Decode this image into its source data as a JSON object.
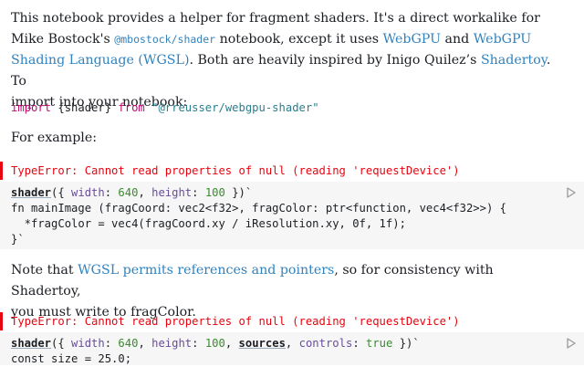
{
  "intro": {
    "l1": "This notebook provides a helper for fragment shaders. It's a direct workalike for",
    "l2_a": "Mike Bostock's ",
    "l2_code": "@mbostock/shader",
    "l2_b": " notebook, except it uses ",
    "l2_link1": "WebGPU",
    "l2_c": " and ",
    "l2_link2": "WebGPU",
    "l3_link": "Shading Language (WGSL)",
    "l3_a": ". Both are heavily inspired by Inigo Quilez’s ",
    "l3_link2": "Shadertoy",
    "l3_b": ". To",
    "l4": "import into your notebook:"
  },
  "import_cell": {
    "kw_import": "import",
    "names": " {shader} ",
    "kw_from": "from",
    "module": "\"@rreusser/webgpu-shader\""
  },
  "example_label": "For example:",
  "error1": "TypeError: Cannot read properties of null (reading 'requestDevice')",
  "cell1": {
    "fn": "shader",
    "p1": "({ ",
    "k1": "width",
    "c1": ": ",
    "v1": "640",
    "s1": ", ",
    "k2": "height",
    "c2": ": ",
    "v2": "100",
    "p2": " })`",
    "line2": "fn mainImage (fragCoord: vec2<f32>, fragColor: ptr<function, vec4<f32>>) {",
    "line3": "  *fragColor = vec4(fragCoord.xy / iResolution.xy, 0f, 1f);",
    "line4": "}`"
  },
  "note": {
    "a": "Note that ",
    "link": "WGSL permits references and pointers",
    "b": ", so for consistency with Shadertoy,",
    "l2": "you must write to fragColor."
  },
  "error2": "TypeError: Cannot read properties of null (reading 'requestDevice')",
  "cell2": {
    "fn": "shader",
    "p1": "({ ",
    "k1": "width",
    "c1": ": ",
    "v1": "640",
    "s1": ", ",
    "k2": "height",
    "c2": ": ",
    "v2": "100",
    "s2": ", ",
    "k3": "sources",
    "s3": ", ",
    "k4": "controls",
    "c4": ": ",
    "v4": "true",
    "p2": " })`",
    "line2": "const size = 25.0;"
  },
  "colors": {
    "link": "#3182bd",
    "error": "#e7040f",
    "cell_bg": "#f6f6f6"
  },
  "icons": {
    "run": "play-triangle-icon"
  }
}
